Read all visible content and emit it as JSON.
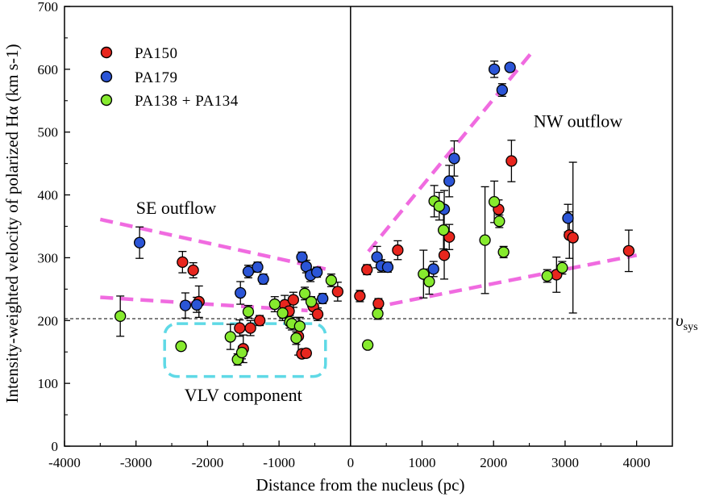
{
  "chart_data": {
    "type": "scatter",
    "xlabel": "Distance from the nucleus (pc)",
    "ylabel": "Intensity-weighted velocity of polarized Hα (km s-1)",
    "xlim": [
      -4000,
      4500
    ],
    "ylim": [
      0,
      700
    ],
    "x_ticks": [
      "-4000",
      "-3000",
      "-2000",
      "-1000",
      "0",
      "1000",
      "2000",
      "3000",
      "4000"
    ],
    "y_ticks": [
      "0",
      "100",
      "200",
      "300",
      "400",
      "500",
      "600",
      "700"
    ],
    "grid": false,
    "legend_position": "top-left",
    "colors": {
      "PA150": "#e8261e",
      "PA179": "#2b55d6",
      "PA138 + PA134": "#86ea2e",
      "dashed": "#f06be0",
      "vlv_box": "#5fd9e6"
    },
    "series": [
      {
        "name": "PA150",
        "points": [
          {
            "x": -2350,
            "y": 293,
            "err": 17
          },
          {
            "x": -2200,
            "y": 280,
            "err": 12
          },
          {
            "x": -2120,
            "y": 230,
            "err": 25
          },
          {
            "x": -1550,
            "y": 188,
            "err": 13
          },
          {
            "x": -1500,
            "y": 155,
            "err": 22
          },
          {
            "x": -1400,
            "y": 188,
            "err": 12
          },
          {
            "x": -1270,
            "y": 200,
            "err": 8
          },
          {
            "x": -920,
            "y": 225,
            "err": 15
          },
          {
            "x": -860,
            "y": 215,
            "err": 10
          },
          {
            "x": -800,
            "y": 233,
            "err": 12
          },
          {
            "x": -730,
            "y": 175,
            "err": 30
          },
          {
            "x": -680,
            "y": 147,
            "err": 6
          },
          {
            "x": -620,
            "y": 148,
            "err": 6
          },
          {
            "x": -520,
            "y": 222,
            "err": 12
          },
          {
            "x": -460,
            "y": 210,
            "err": 10
          },
          {
            "x": -180,
            "y": 246,
            "err": 15
          },
          {
            "x": 130,
            "y": 239,
            "err": 9
          },
          {
            "x": 230,
            "y": 281,
            "err": 8
          },
          {
            "x": 390,
            "y": 227,
            "err": 8
          },
          {
            "x": 660,
            "y": 312,
            "err": 15
          },
          {
            "x": 1310,
            "y": 304,
            "err": 38
          },
          {
            "x": 1380,
            "y": 333,
            "err": 20
          },
          {
            "x": 2070,
            "y": 377,
            "err": 15
          },
          {
            "x": 2250,
            "y": 454,
            "err": 33
          },
          {
            "x": 2880,
            "y": 273,
            "err": 28
          },
          {
            "x": 3060,
            "y": 336,
            "err": 37
          },
          {
            "x": 3110,
            "y": 332,
            "err": 120
          },
          {
            "x": 3890,
            "y": 311,
            "err": 33
          }
        ]
      },
      {
        "name": "PA179",
        "points": [
          {
            "x": -2950,
            "y": 324,
            "err": 25
          },
          {
            "x": -2310,
            "y": 224,
            "err": 20
          },
          {
            "x": -2150,
            "y": 225,
            "err": 12
          },
          {
            "x": -1540,
            "y": 244,
            "err": 18
          },
          {
            "x": -1430,
            "y": 278,
            "err": 10
          },
          {
            "x": -1300,
            "y": 285,
            "err": 8
          },
          {
            "x": -1220,
            "y": 266,
            "err": 8
          },
          {
            "x": -680,
            "y": 301,
            "err": 8
          },
          {
            "x": -620,
            "y": 286,
            "err": 10
          },
          {
            "x": -560,
            "y": 272,
            "err": 10
          },
          {
            "x": -470,
            "y": 277,
            "err": 8
          },
          {
            "x": -390,
            "y": 235,
            "err": 8
          },
          {
            "x": 370,
            "y": 301,
            "err": 17
          },
          {
            "x": 430,
            "y": 287,
            "err": 10
          },
          {
            "x": 520,
            "y": 285,
            "err": 8
          },
          {
            "x": 1160,
            "y": 282,
            "err": 12
          },
          {
            "x": 1310,
            "y": 377,
            "err": 30
          },
          {
            "x": 1380,
            "y": 422,
            "err": 25
          },
          {
            "x": 1450,
            "y": 458,
            "err": 28
          },
          {
            "x": 2010,
            "y": 600,
            "err": 13
          },
          {
            "x": 2120,
            "y": 567,
            "err": 10
          },
          {
            "x": 2230,
            "y": 603,
            "err": 6
          },
          {
            "x": 3040,
            "y": 363,
            "err": 22
          }
        ]
      },
      {
        "name": "PA138 + PA134",
        "points": [
          {
            "x": -3220,
            "y": 207,
            "err": 32
          },
          {
            "x": -2370,
            "y": 159,
            "err": 6
          },
          {
            "x": -1680,
            "y": 174,
            "err": 20
          },
          {
            "x": -1580,
            "y": 138,
            "err": 9
          },
          {
            "x": -1520,
            "y": 149,
            "err": 10
          },
          {
            "x": -1430,
            "y": 214,
            "err": 10
          },
          {
            "x": -1060,
            "y": 226,
            "err": 12
          },
          {
            "x": -950,
            "y": 212,
            "err": 12
          },
          {
            "x": -850,
            "y": 198,
            "err": 10
          },
          {
            "x": -820,
            "y": 195,
            "err": 10
          },
          {
            "x": -760,
            "y": 172,
            "err": 10
          },
          {
            "x": -710,
            "y": 191,
            "err": 14
          },
          {
            "x": -640,
            "y": 243,
            "err": 10
          },
          {
            "x": -550,
            "y": 230,
            "err": 8
          },
          {
            "x": -270,
            "y": 264,
            "err": 10
          },
          {
            "x": 240,
            "y": 161,
            "err": 6
          },
          {
            "x": 380,
            "y": 211,
            "err": 9
          },
          {
            "x": 1020,
            "y": 274,
            "err": 38
          },
          {
            "x": 1100,
            "y": 262,
            "err": 20
          },
          {
            "x": 1170,
            "y": 390,
            "err": 25
          },
          {
            "x": 1240,
            "y": 382,
            "err": 22
          },
          {
            "x": 1300,
            "y": 344,
            "err": 30
          },
          {
            "x": 1880,
            "y": 328,
            "err": 85
          },
          {
            "x": 2010,
            "y": 389,
            "err": 33
          },
          {
            "x": 2080,
            "y": 358,
            "err": 10
          },
          {
            "x": 2140,
            "y": 309,
            "err": 9
          },
          {
            "x": 2750,
            "y": 271,
            "err": 10
          },
          {
            "x": 2960,
            "y": 284,
            "err": 10
          }
        ]
      }
    ],
    "reference_line": {
      "y": 203,
      "label_main": "υ",
      "label_sub": "sys"
    },
    "dashed_lines": [
      {
        "x1": -3500,
        "y1": 361,
        "x2": -350,
        "y2": 282
      },
      {
        "x1": -3500,
        "y1": 237,
        "x2": -600,
        "y2": 216
      },
      {
        "x1": 250,
        "y1": 310,
        "x2": 2550,
        "y2": 629
      },
      {
        "x1": 550,
        "y1": 226,
        "x2": 4000,
        "y2": 304
      }
    ],
    "vlv_region": {
      "x1": -2600,
      "y1": 111,
      "x2": -350,
      "y2": 195
    },
    "annotations": {
      "se": {
        "text": "SE outflow",
        "x": -3000,
        "y": 370
      },
      "nw": {
        "text": "NW outflow",
        "x": 2560,
        "y": 508
      },
      "vlv": {
        "text": "VLV component",
        "x": -1500,
        "y": 72
      }
    },
    "vline_x": 0
  }
}
